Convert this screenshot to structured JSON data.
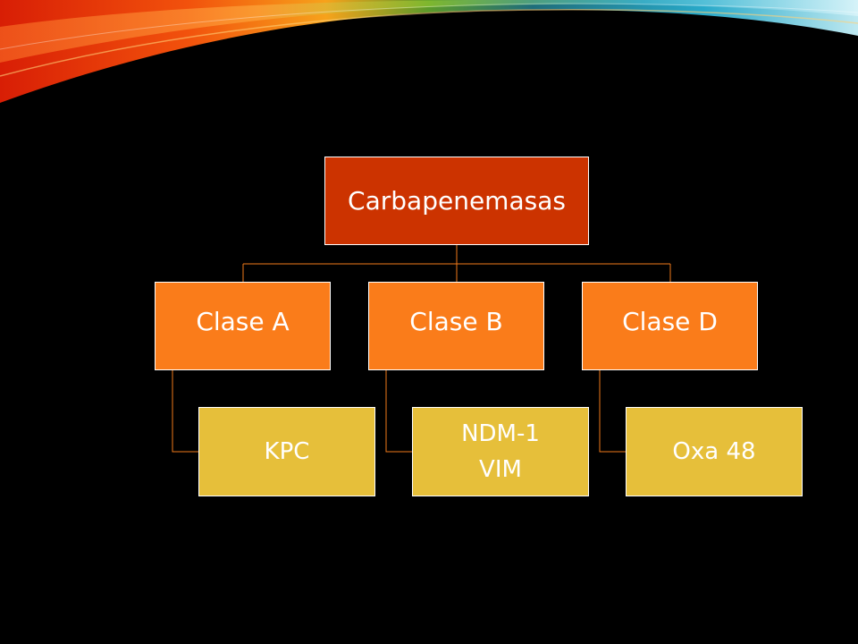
{
  "diagram": {
    "root": {
      "label": "Carbapenemasas"
    },
    "classes": [
      {
        "label": "Clase A",
        "members": [
          "KPC"
        ]
      },
      {
        "label": "Clase B",
        "members": [
          "NDM-1",
          "VIM"
        ]
      },
      {
        "label": "Clase D",
        "members": [
          "Oxa 48"
        ]
      }
    ]
  },
  "colors": {
    "background": "#000000",
    "root_fill": "#cc3300",
    "class_fill": "#fa7c1a",
    "member_fill": "#e6bf3a",
    "connector": "#f07a1a"
  }
}
